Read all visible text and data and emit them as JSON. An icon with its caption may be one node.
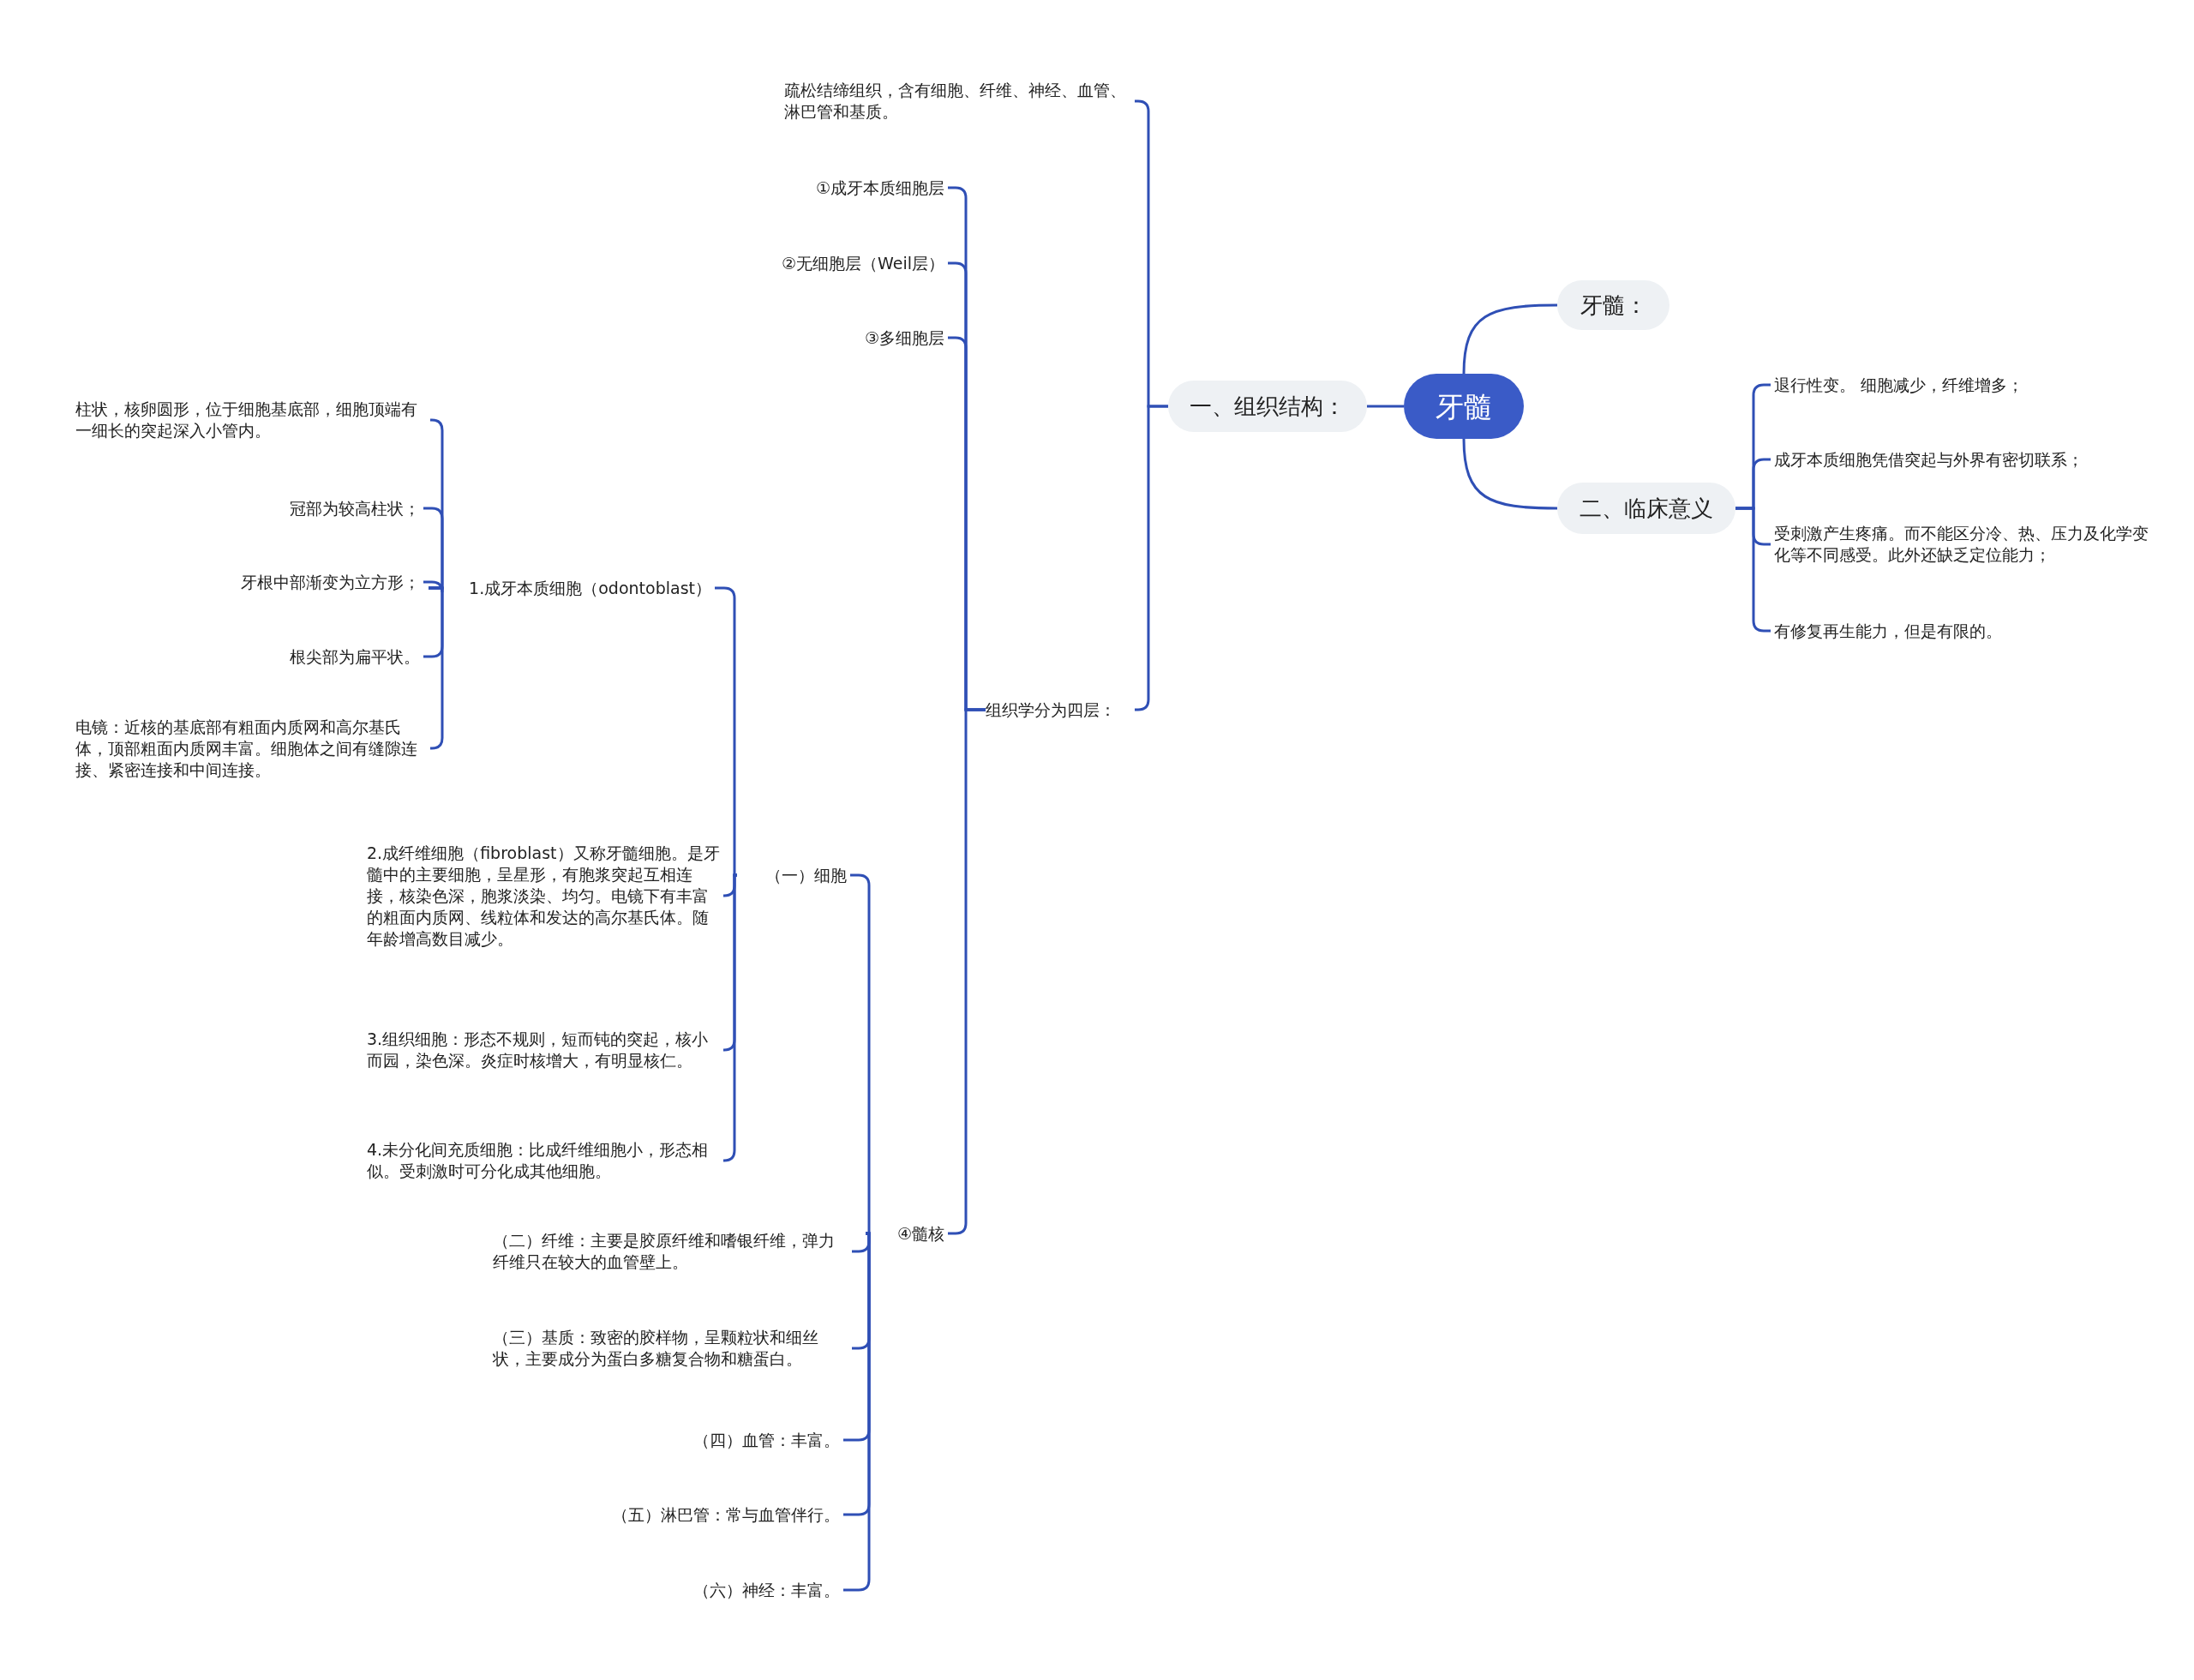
{
  "diagram": {
    "nodes": [
      {
        "text": [
          "牙髓"
        ]
      },
      {
        "text": [
          "一、组织结构："
        ]
      },
      {
        "text": [
          "牙髓："
        ]
      },
      {
        "text": [
          "二、临床意义"
        ]
      },
      {
        "text": [
          "疏松结缔组织，含有细胞、纤维、神经、血管、淋巴管和基质。"
        ]
      },
      {
        "text": [
          "组织学分为四层："
        ]
      },
      {
        "text": [
          "①成牙本质细胞层"
        ]
      },
      {
        "text": [
          "②无细胞层（Weil层）"
        ]
      },
      {
        "text": [
          "③多细胞层"
        ]
      },
      {
        "text": [
          "④髓核"
        ]
      },
      {
        "text": [
          "（一）细胞"
        ]
      },
      {
        "text": [
          "（二）纤维：主要是胶原纤维和嗜银纤维，弹力纤维只在较大的血管壁上。"
        ]
      },
      {
        "text": [
          "（三）基质：致密的胶样物，呈颗粒状和细丝状，主要成分为蛋白多糖复合物和糖蛋白。"
        ]
      },
      {
        "text": [
          "（四）血管：丰富。"
        ]
      },
      {
        "text": [
          "（五）淋巴管：常与血管伴行。"
        ]
      },
      {
        "text": [
          "（六）神经：丰富。"
        ]
      },
      {
        "text": [
          "1.成牙本质细胞（odontoblast）"
        ]
      },
      {
        "text": [
          "2.成纤维细胞（fibroblast）又称牙髓细胞。是牙髓中的主要细胞，呈星形，有胞浆突起互相连接，核染色深，胞浆淡染、均匀。电镜下有丰富的粗面内质网、线粒体和发达的高尔基氏体。随年龄增高数目减少。"
        ]
      },
      {
        "text": [
          "3.组织细胞：形态不规则，短而钝的突起，核小而园，染色深。炎症时核增大，有明显核仁。"
        ]
      },
      {
        "text": [
          "4.未分化间充质细胞：比成纤维细胞小，形态相似。受刺激时可分化成其他细胞。"
        ]
      },
      {
        "text": [
          "柱状，核卵圆形，位于细胞基底部，细胞顶端有一细长的突起深入小管内。"
        ]
      },
      {
        "text": [
          "冠部为较高柱状；"
        ]
      },
      {
        "text": [
          "牙根中部渐变为立方形；"
        ]
      },
      {
        "text": [
          "根尖部为扁平状。"
        ]
      },
      {
        "text": [
          "电镜：近核的基底部有粗面内质网和高尔基氏体，顶部粗面内质网丰富。细胞体之间有缝隙连接、紧密连接和中间连接。"
        ]
      },
      {
        "text": [
          "退行性变。 细胞减少，纤维增多；"
        ]
      },
      {
        "text": [
          "成牙本质细胞凭借突起与外界有密切联系；"
        ]
      },
      {
        "text": [
          "受刺激产生疼痛。而不能区分冷、热、压力及化学变化等不同感受。此外还缺乏定位能力；"
        ]
      },
      {
        "text": [
          "有修复再生能力，但是有限的。"
        ]
      }
    ],
    "edges": [
      {
        "from": 0,
        "to": 1,
        "arrow": "none"
      },
      {
        "from": 0,
        "to": 2,
        "arrow": "none"
      },
      {
        "from": 0,
        "to": 3,
        "arrow": "none"
      },
      {
        "from": 1,
        "to": 4,
        "arrow": "none"
      },
      {
        "from": 1,
        "to": 5,
        "arrow": "none"
      },
      {
        "from": 5,
        "to": 6,
        "arrow": "none"
      },
      {
        "from": 5,
        "to": 7,
        "arrow": "none"
      },
      {
        "from": 5,
        "to": 8,
        "arrow": "none"
      },
      {
        "from": 5,
        "to": 9,
        "arrow": "none"
      },
      {
        "from": 9,
        "to": 10,
        "arrow": "none"
      },
      {
        "from": 9,
        "to": 11,
        "arrow": "none"
      },
      {
        "from": 9,
        "to": 12,
        "arrow": "none"
      },
      {
        "from": 9,
        "to": 13,
        "arrow": "none"
      },
      {
        "from": 9,
        "to": 14,
        "arrow": "none"
      },
      {
        "from": 9,
        "to": 15,
        "arrow": "none"
      },
      {
        "from": 10,
        "to": 16,
        "arrow": "none"
      },
      {
        "from": 10,
        "to": 17,
        "arrow": "none"
      },
      {
        "from": 10,
        "to": 18,
        "arrow": "none"
      },
      {
        "from": 10,
        "to": 19,
        "arrow": "none"
      },
      {
        "from": 16,
        "to": 20,
        "arrow": "none"
      },
      {
        "from": 16,
        "to": 21,
        "arrow": "none"
      },
      {
        "from": 16,
        "to": 22,
        "arrow": "none"
      },
      {
        "from": 16,
        "to": 23,
        "arrow": "none"
      },
      {
        "from": 16,
        "to": 24,
        "arrow": "none"
      },
      {
        "from": 3,
        "to": 25,
        "arrow": "none"
      },
      {
        "from": 3,
        "to": 26,
        "arrow": "none"
      },
      {
        "from": 3,
        "to": 27,
        "arrow": "none"
      },
      {
        "from": 3,
        "to": 28,
        "arrow": "none"
      }
    ]
  }
}
